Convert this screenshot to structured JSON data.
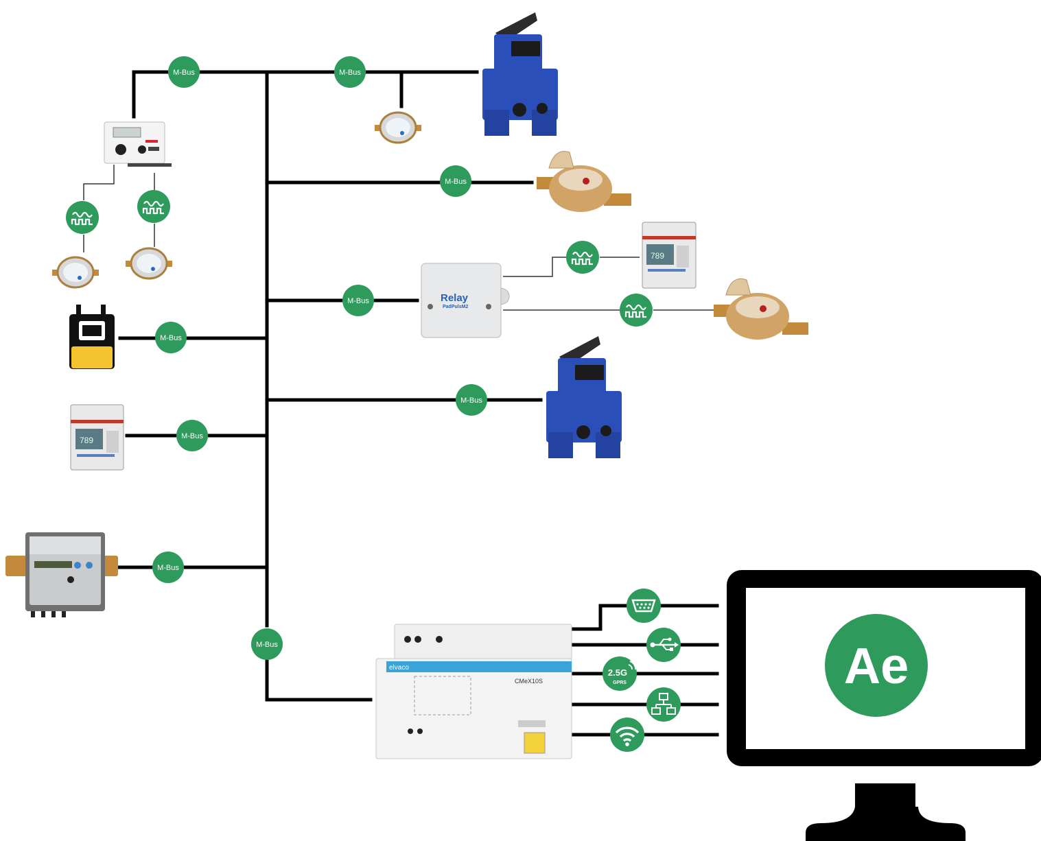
{
  "colors": {
    "badge_green": "#2e9a5c",
    "bus_line": "#000000",
    "monitor_frame": "#000000",
    "meter_blue": "#2a4fb8",
    "brass": "#c48a3c",
    "gas_yellow": "#f4c430"
  },
  "badges": {
    "mbus_label": "M-Bus",
    "gprs_top": "2.5G",
    "gprs_bottom": "GPRS"
  },
  "devices": {
    "relay_brand": "Relay",
    "relay_model": "PadPulsM2",
    "gateway_brand": "elvaco",
    "gateway_model": "CMeX10S",
    "software_logo": "Ae"
  },
  "icons": {
    "pulse": "pulse-signal-icon",
    "serial": "serial-port-icon",
    "usb": "usb-icon",
    "gprs": "gprs-icon",
    "ethernet": "ethernet-network-icon",
    "wifi": "wifi-icon"
  }
}
